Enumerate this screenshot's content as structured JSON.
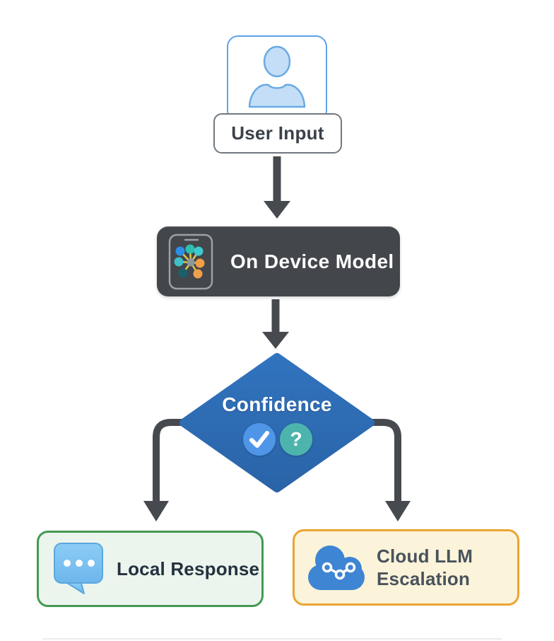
{
  "diagram": {
    "background": "#ffffff",
    "connector_color": "#46494e",
    "nodes": {
      "user_input": {
        "label": "User Input",
        "icon": "person-icon",
        "avatar_border": "#5ea4e8",
        "label_border": "#70787f",
        "label_bg": "#ffffff",
        "text_color": "#3b4149",
        "person_fill": "#c3def6",
        "person_stroke": "#6aaae4"
      },
      "on_device_model": {
        "label": "On Device Model",
        "icon": "phone-neural-network-icon",
        "bg": "#43464b",
        "text_color": "#ffffff",
        "phone_stroke": "#9ba1a8",
        "network_hub_color": "#8d979c",
        "network_edge_color": "#ddca4e",
        "network_node_colors": [
          "#2e8fe8",
          "#2ec0ae",
          "#3fc8d0",
          "#3fbfc6",
          "#f09d44",
          "#1a5f6a",
          "#f0a04a"
        ]
      },
      "confidence": {
        "label": "Confidence",
        "shape": "diamond",
        "bg": "#2d6cb5",
        "text_color": "#ffffff",
        "check_icon": "checkmark-icon",
        "check_circle_color": "#4f96e8",
        "question_icon": "question-mark-icon",
        "question_circle_color": "#4db4ad",
        "question_glyph": "?"
      },
      "local_response": {
        "label": "Local Response",
        "icon": "chat-bubble-icon",
        "bg": "#ecf5ed",
        "border_color": "#449a52",
        "text_color": "#24313f",
        "bubble_fill": "#85c9f2",
        "bubble_stroke": "#5ba7e0"
      },
      "cloud_llm_escalation": {
        "label": "Cloud LLM Escalation",
        "label_lines": [
          "Cloud LLM",
          "Escalation"
        ],
        "icon": "cloud-network-icon",
        "bg": "#fbf3da",
        "border_color": "#eca434",
        "text_color": "#49535d",
        "cloud_fill": "#3e85d3"
      }
    },
    "edges": [
      {
        "from": "user_input",
        "to": "on_device_model",
        "style": "straight-arrow"
      },
      {
        "from": "on_device_model",
        "to": "confidence",
        "style": "straight-arrow"
      },
      {
        "from": "confidence",
        "to": "local_response",
        "style": "elbow-arrow-left"
      },
      {
        "from": "confidence",
        "to": "cloud_llm_escalation",
        "style": "elbow-arrow-right"
      }
    ]
  }
}
